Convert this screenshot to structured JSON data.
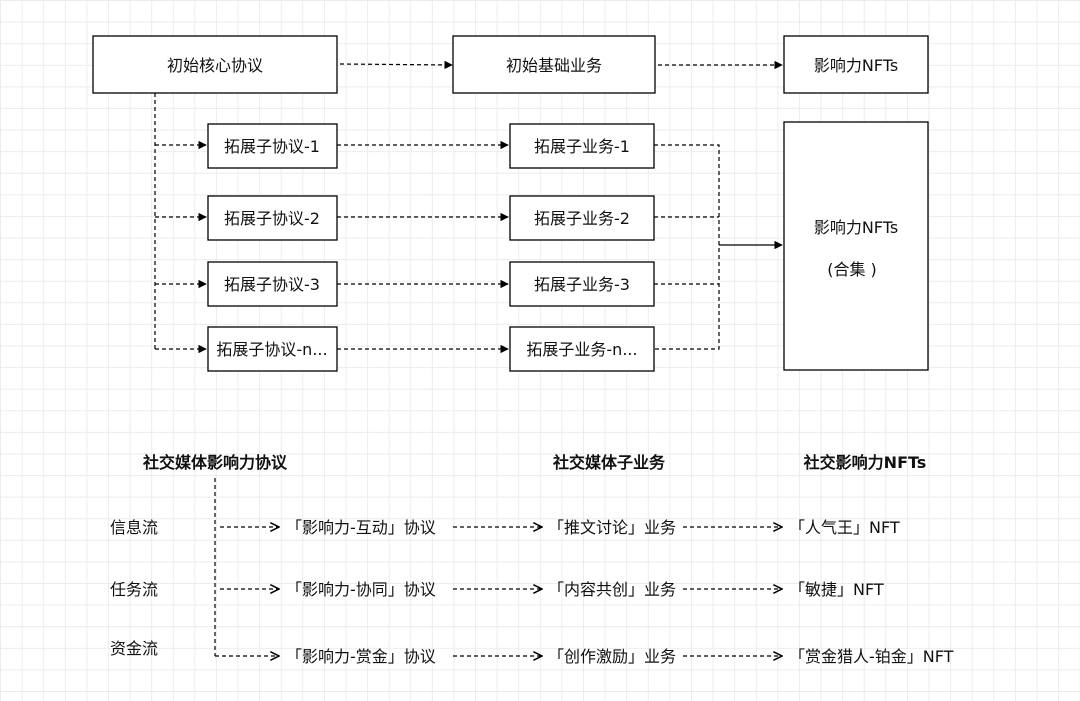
{
  "top": {
    "core_protocol": "初始核心协议",
    "base_business": "初始基础业务",
    "nfts": "影响力NFTs",
    "sub_protocols": [
      "拓展子协议-1",
      "拓展子协议-2",
      "拓展子协议-3",
      "拓展子协议-n..."
    ],
    "sub_business": [
      "拓展子业务-1",
      "拓展子业务-2",
      "拓展子业务-3",
      "拓展子业务-n..."
    ],
    "collection_title": "影响力NFTs",
    "collection_sub": "(合集 )"
  },
  "bottom": {
    "headers": [
      "社交媒体影响力协议",
      "社交媒体子业务",
      "社交影响力NFTs"
    ],
    "flows": [
      {
        "name": "信息流",
        "protocol": "「影响力-互动」协议",
        "business": "「推文讨论」业务",
        "nft": "「人气王」NFT"
      },
      {
        "name": "任务流",
        "protocol": "「影响力-协同」协议",
        "business": "「内容共创」业务",
        "nft": "「敏捷」NFT"
      },
      {
        "name": "资金流",
        "protocol": "「影响力-赏金」协议",
        "business": "「创作激励」业务",
        "nft": "「赏金猎人-铂金」NFT"
      }
    ]
  }
}
